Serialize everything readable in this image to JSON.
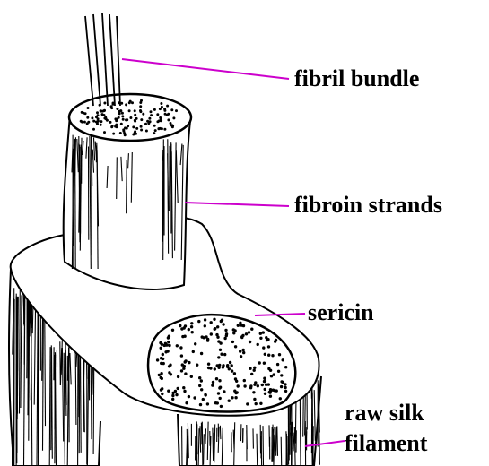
{
  "labels": {
    "fibril_bundle": "fibril bundle",
    "fibroin_strands": "fibroin strands",
    "sericin": "sericin",
    "raw_silk_line1": "raw silk",
    "raw_silk_line2": "filament"
  },
  "colors": {
    "leader_line": "#cc00cc",
    "ink": "#000000",
    "background": "#ffffff"
  }
}
